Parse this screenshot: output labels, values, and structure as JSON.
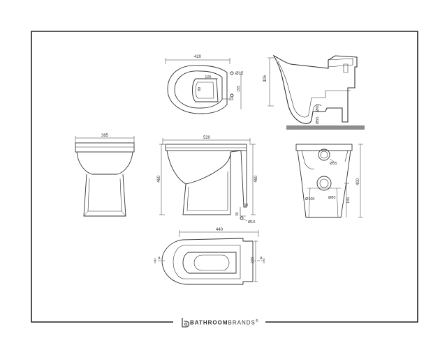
{
  "brand": {
    "word_bold": "BATHROOM",
    "word_light": "BRANDS",
    "mark": "®"
  },
  "top_view": {
    "width": "420",
    "d1": "Ø15",
    "d2": "105",
    "d3": "80",
    "d4": "155",
    "d5": "23"
  },
  "side_section": {
    "height": "305",
    "a1": "Ø60",
    "a2": "Ø55"
  },
  "front_view": {
    "width": "385"
  },
  "side_view": {
    "width": "520",
    "h_left": "460",
    "h_right": "460",
    "s1": "30",
    "s2": "30",
    "s3": "Ø10"
  },
  "rear_view": {
    "d_top": "Ø55",
    "d_left": "Ø100",
    "d_right": "Ø80",
    "h_total": "400",
    "h_outlet": "185"
  },
  "plan_view": {
    "width": "440",
    "section_mark": "A",
    "inner": "245"
  }
}
